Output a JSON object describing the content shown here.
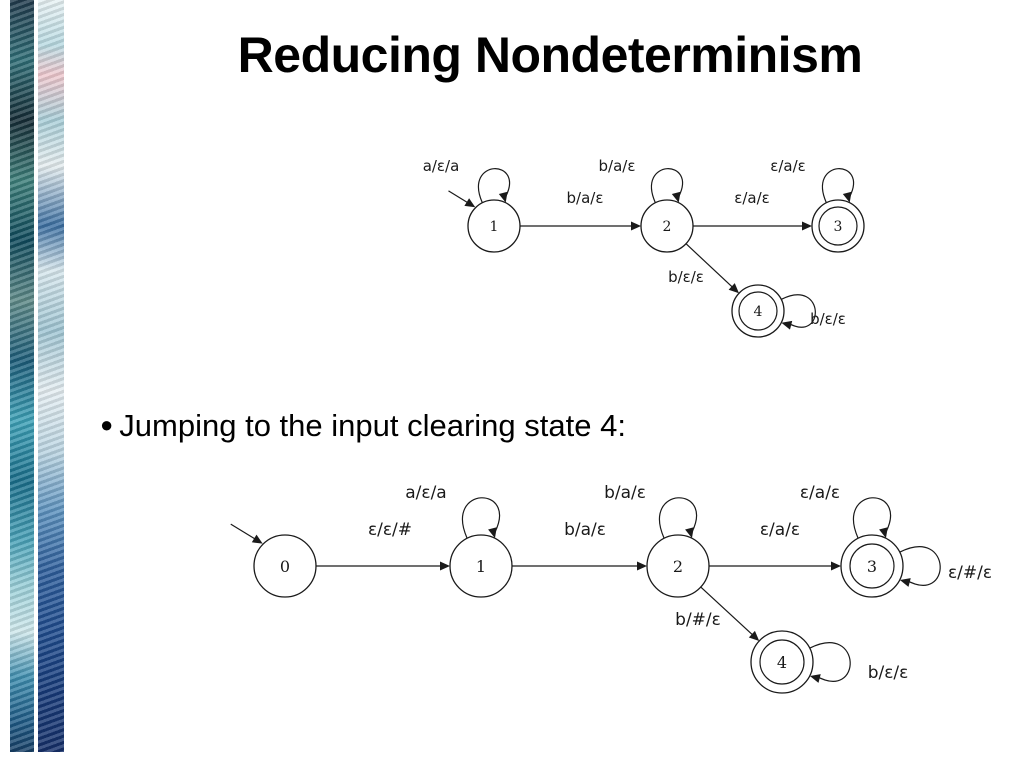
{
  "slide": {
    "title": "Reducing Nondeterminism",
    "bullet": "Jumping to the input clearing state 4:"
  },
  "diagrams": [
    {
      "id": "diagram-original",
      "states": [
        {
          "id": "1",
          "label": "1",
          "start": true,
          "accepting": false
        },
        {
          "id": "2",
          "label": "2",
          "start": false,
          "accepting": false
        },
        {
          "id": "3",
          "label": "3",
          "start": false,
          "accepting": true
        },
        {
          "id": "4",
          "label": "4",
          "start": false,
          "accepting": true
        }
      ],
      "transitions": [
        {
          "from": "1",
          "to": "1",
          "label": "a/ε/a"
        },
        {
          "from": "1",
          "to": "2",
          "label": "b/a/ε"
        },
        {
          "from": "2",
          "to": "2",
          "label": "b/a/ε"
        },
        {
          "from": "2",
          "to": "3",
          "label": "ε/a/ε"
        },
        {
          "from": "3",
          "to": "3",
          "label": "ε/a/ε"
        },
        {
          "from": "2",
          "to": "4",
          "label": "b/ε/ε"
        },
        {
          "from": "4",
          "to": "4",
          "label": "b/ε/ε"
        }
      ]
    },
    {
      "id": "diagram-modified",
      "states": [
        {
          "id": "0",
          "label": "0",
          "start": true,
          "accepting": false
        },
        {
          "id": "1",
          "label": "1",
          "start": false,
          "accepting": false
        },
        {
          "id": "2",
          "label": "2",
          "start": false,
          "accepting": false
        },
        {
          "id": "3",
          "label": "3",
          "start": false,
          "accepting": true
        },
        {
          "id": "4",
          "label": "4",
          "start": false,
          "accepting": true
        }
      ],
      "transitions": [
        {
          "from": "0",
          "to": "1",
          "label": "ε/ε/#"
        },
        {
          "from": "1",
          "to": "1",
          "label": "a/ε/a"
        },
        {
          "from": "1",
          "to": "2",
          "label": "b/a/ε"
        },
        {
          "from": "2",
          "to": "2",
          "label": "b/a/ε"
        },
        {
          "from": "2",
          "to": "3",
          "label": "ε/a/ε"
        },
        {
          "from": "3",
          "to": "3",
          "label": "ε/a/ε"
        },
        {
          "from": "3",
          "to": "3",
          "label": "ε/#/ε"
        },
        {
          "from": "2",
          "to": "4",
          "label": "b/#/ε"
        },
        {
          "from": "4",
          "to": "4",
          "label": "b/ε/ε"
        }
      ]
    }
  ]
}
